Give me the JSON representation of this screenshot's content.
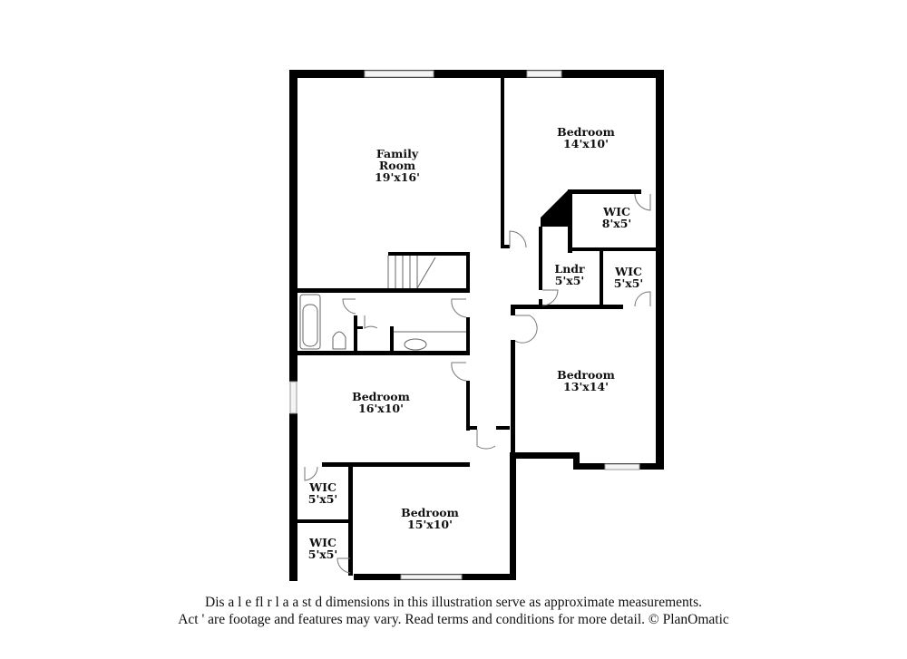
{
  "floorplan": {
    "rooms": [
      {
        "name": "Family Room",
        "line1": "Family",
        "line2": "Room",
        "dims": "19'x16'"
      },
      {
        "name": "Bedroom",
        "dims": "14'x10'"
      },
      {
        "name": "WIC",
        "dims": "8'x5'"
      },
      {
        "name": "Lndr",
        "dims": "5'x5'"
      },
      {
        "name": "WIC",
        "dims": "5'x5'"
      },
      {
        "name": "Bedroom",
        "dims": "13'x14'"
      },
      {
        "name": "Bedroom",
        "dims": "16'x10'"
      },
      {
        "name": "WIC",
        "dims": "5'x5'"
      },
      {
        "name": "Bedroom",
        "dims": "15'x10'"
      },
      {
        "name": "WIC",
        "dims": "5'x5'"
      }
    ]
  },
  "disclaimer": {
    "line1": "Dis a    l  e fl   r  l a   a   st   d dimensions in this illustration serve as approximate measurements.",
    "line2": "Act  '   are footage and features may vary. Read terms and conditions for more detail. © PlanOmatic"
  }
}
